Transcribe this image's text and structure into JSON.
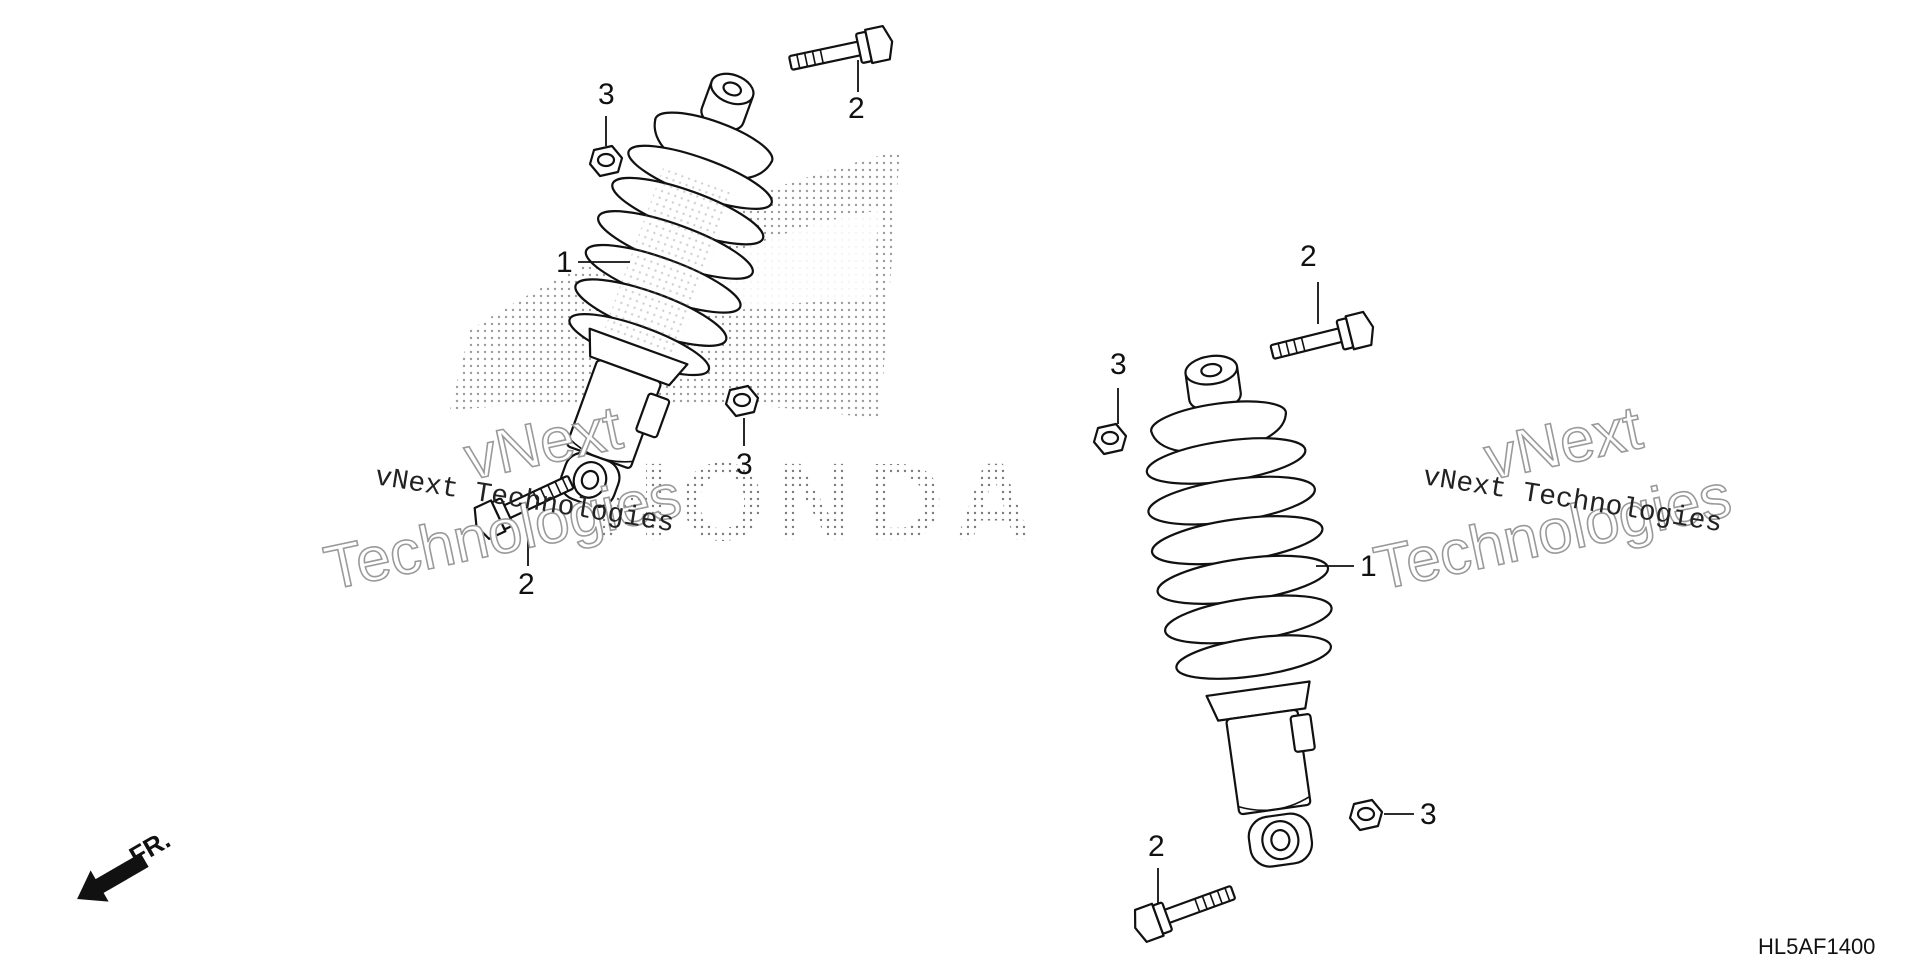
{
  "diagram": {
    "reference_code": "HL5AF1400",
    "direction_label": "FR.",
    "watermark_lines": [
      "vNext Technologies",
      "vNext",
      "Technologies"
    ],
    "background_logo_text": "HONDA",
    "callouts": {
      "shock_left": "1",
      "shock_right": "1",
      "bolt_left_top": "2",
      "bolt_left_bottom": "2",
      "bolt_right_top": "2",
      "bolt_right_bottom": "2",
      "nut_left_top": "3",
      "nut_left_bottom": "3",
      "nut_right_top": "3",
      "nut_right_bottom": "3"
    }
  }
}
